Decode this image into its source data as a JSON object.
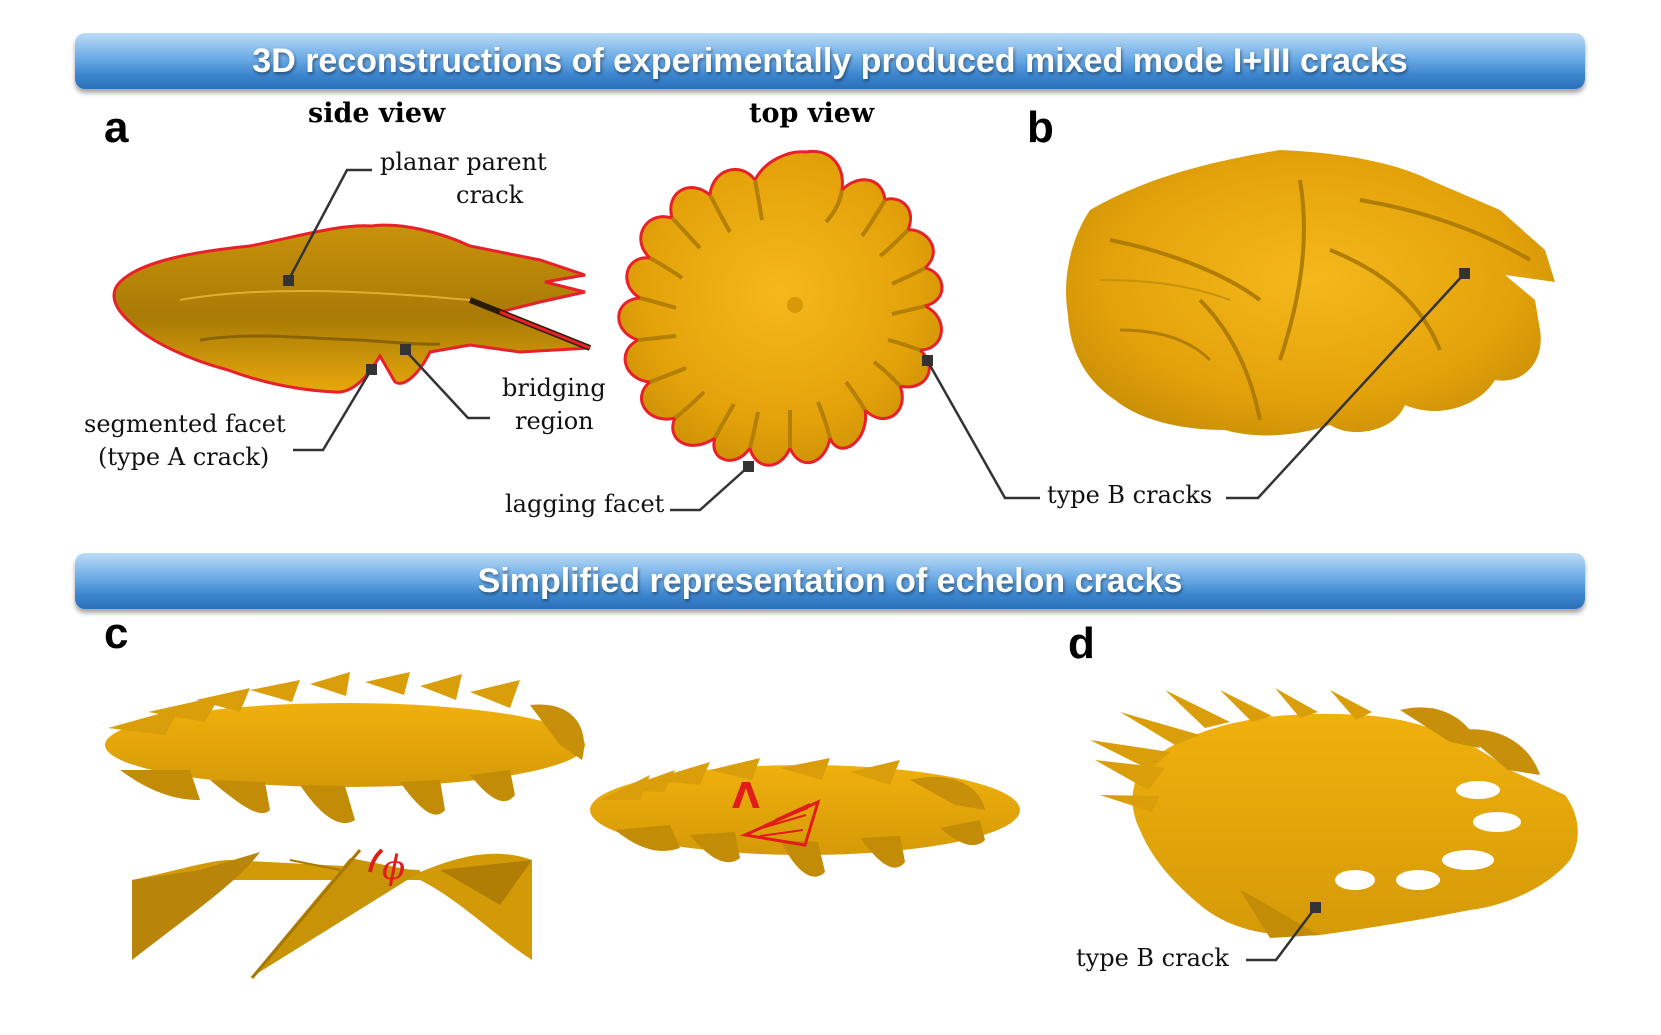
{
  "banners": {
    "top": "3D reconstructions of experimentally produced mixed mode I+III cracks",
    "bottom": "Simplified representation of echelon cracks"
  },
  "panels": {
    "a": "a",
    "b": "b",
    "c": "c",
    "d": "d"
  },
  "view_titles": {
    "side": "side view",
    "top": "top view"
  },
  "labels": {
    "planar_parent_crack_line1": "planar parent",
    "planar_parent_crack_line2": "crack",
    "bridging_region_line1": "bridging",
    "bridging_region_line2": "region",
    "segmented_facet_line1": "segmented facet",
    "segmented_facet_line2": "(type A crack)",
    "lagging_facet": "lagging facet",
    "type_b_cracks": "type B cracks",
    "type_b_crack": "type B crack",
    "phi_symbol": "ϕ",
    "lambda_symbol": "Λ"
  },
  "colors": {
    "crack_fill": "#e9a80a",
    "crack_dark": "#b07e05",
    "crack_front": "#e8202a",
    "banner_top": "#bcdcf6",
    "banner_bottom": "#2b6fb9",
    "leader_line": "#333333",
    "annotation_red": "#e21b1b"
  }
}
